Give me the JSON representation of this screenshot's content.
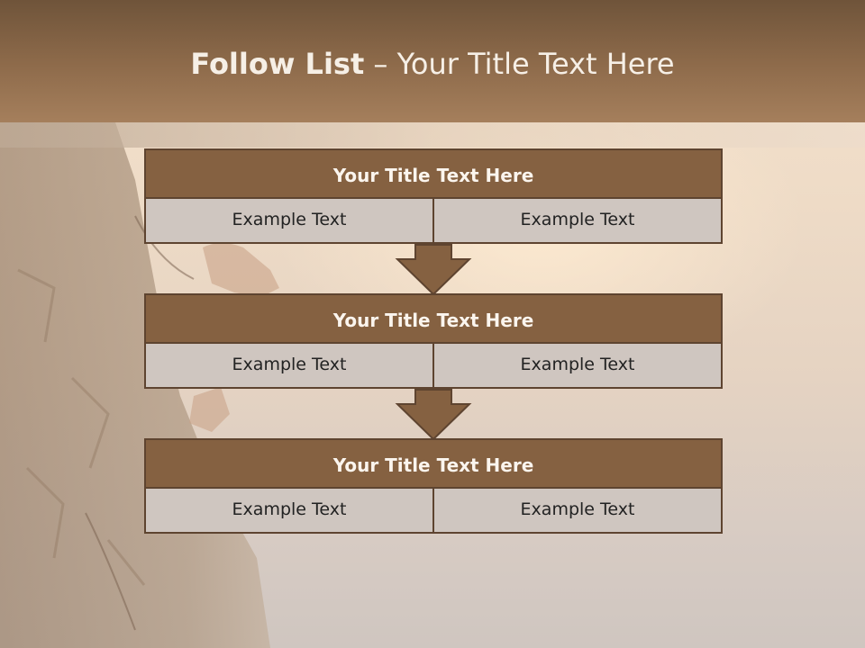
{
  "header": {
    "title_bold": "Follow List",
    "title_rest": " – Your Title Text Here"
  },
  "blocks": [
    {
      "title": "Your Title Text Here",
      "cells": [
        "Example Text",
        "Example Text"
      ]
    },
    {
      "title": "Your Title Text Here",
      "cells": [
        "Example Text",
        "Example Text"
      ]
    },
    {
      "title": "Your Title Text Here",
      "cells": [
        "Example Text",
        "Example Text"
      ]
    }
  ],
  "colors": {
    "header": "#8d6a4a",
    "block_title": "#856141",
    "cell": "#cfc6c0",
    "border": "#5e4430"
  }
}
